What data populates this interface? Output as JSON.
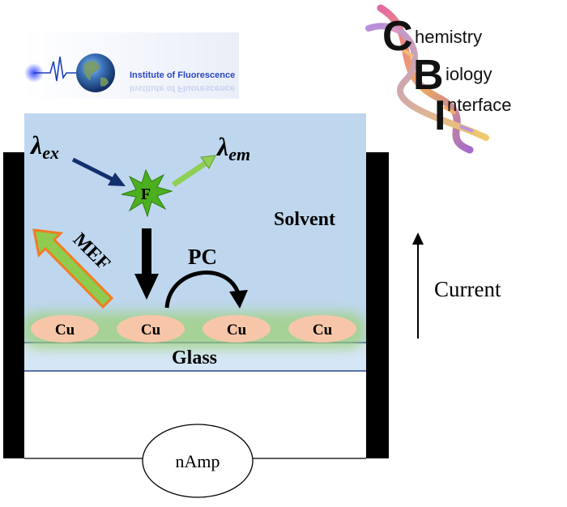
{
  "logos": {
    "institute": {
      "name": "Institute of Fluorescence"
    },
    "cbi": {
      "big_letters": [
        "C",
        "B",
        "I"
      ],
      "words": [
        "hemistry",
        "iology",
        "nterface"
      ]
    }
  },
  "diagram": {
    "excitation": {
      "symbol": "λ",
      "subscript": "ex"
    },
    "emission": {
      "symbol": "λ",
      "subscript": "em"
    },
    "fluorophore": "F",
    "solvent": "Solvent",
    "mef": "MEF",
    "pc": "PC",
    "current": "Current",
    "glass": "Glass",
    "particles": [
      "Cu",
      "Cu",
      "Cu",
      "Cu"
    ],
    "meter": "nAmp"
  },
  "colors": {
    "solvent_bg": "#bed7ee",
    "glass_bg": "#d5e6f6",
    "particle": "#f7c6a8",
    "glow": "#9fd07a",
    "star": "#4caf1f",
    "excitation_arrow": "#12306e",
    "emission_arrow": "#8fcf55",
    "mef_arrow_fill": "#8ecb4f",
    "mef_arrow_stroke": "#f27c22"
  }
}
